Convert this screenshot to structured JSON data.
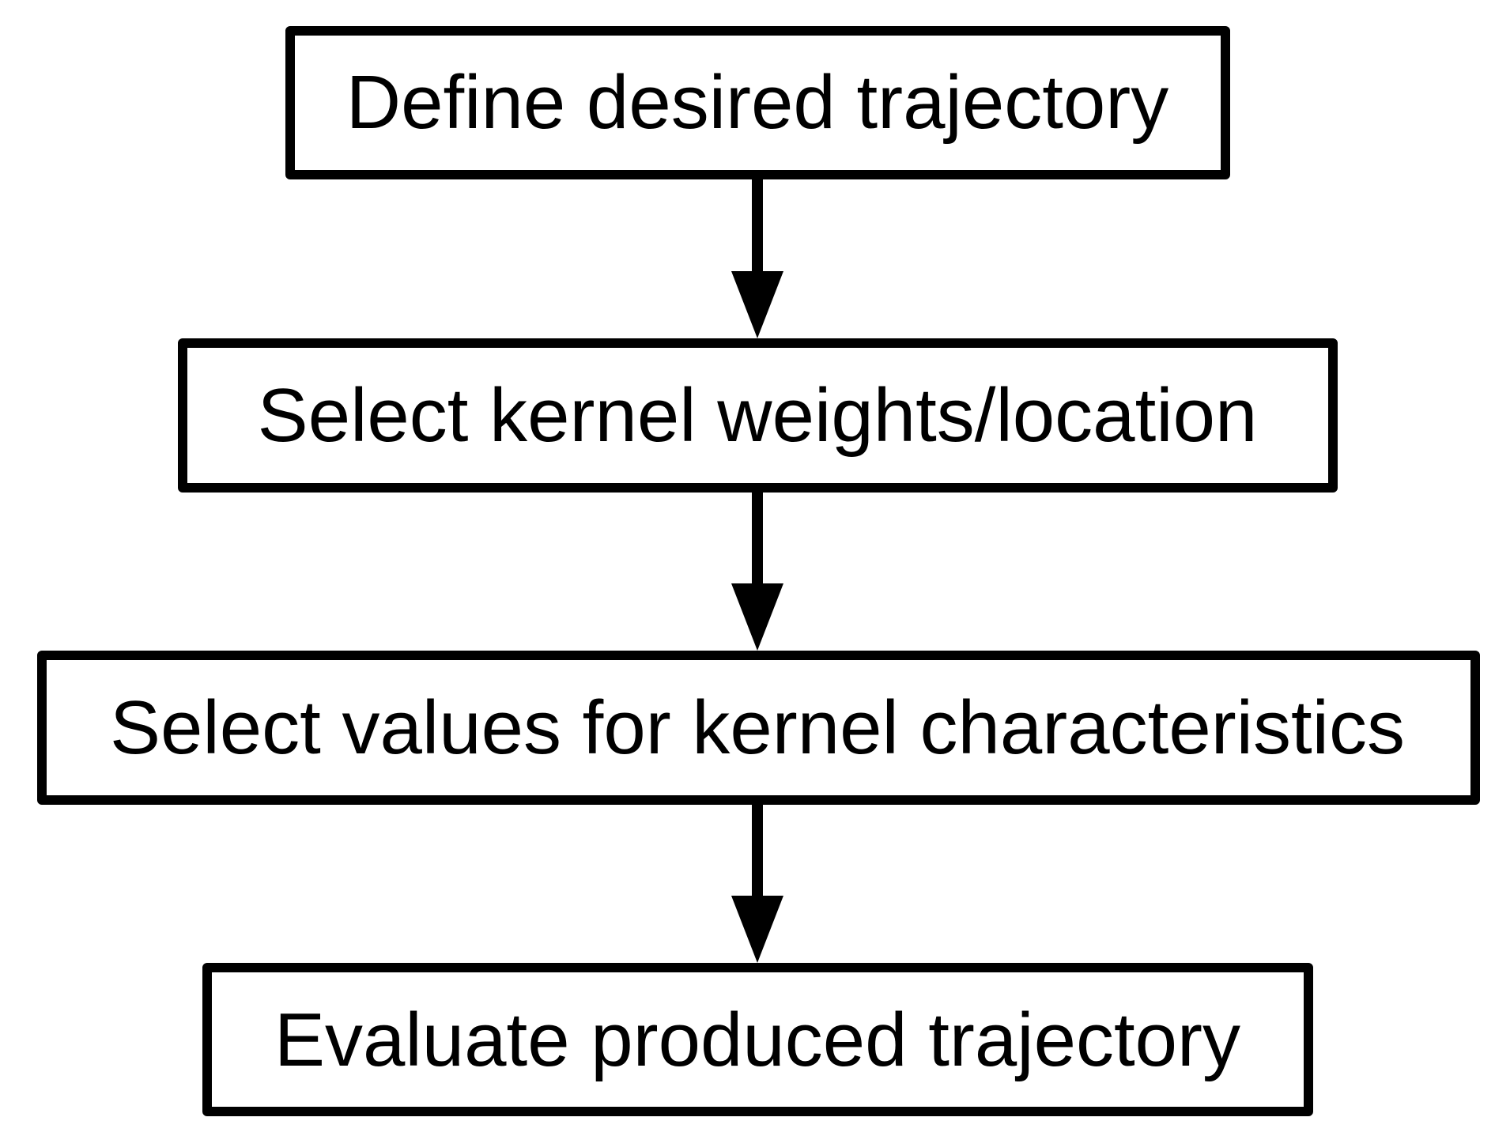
{
  "flowchart": {
    "steps": [
      {
        "label": "Define desired trajectory"
      },
      {
        "label": "Select kernel weights/location"
      },
      {
        "label": "Select values for kernel characteristics"
      },
      {
        "label": "Evaluate produced trajectory"
      }
    ],
    "colors": {
      "stroke": "#000000",
      "fill": "#ffffff",
      "text": "#000000"
    }
  }
}
